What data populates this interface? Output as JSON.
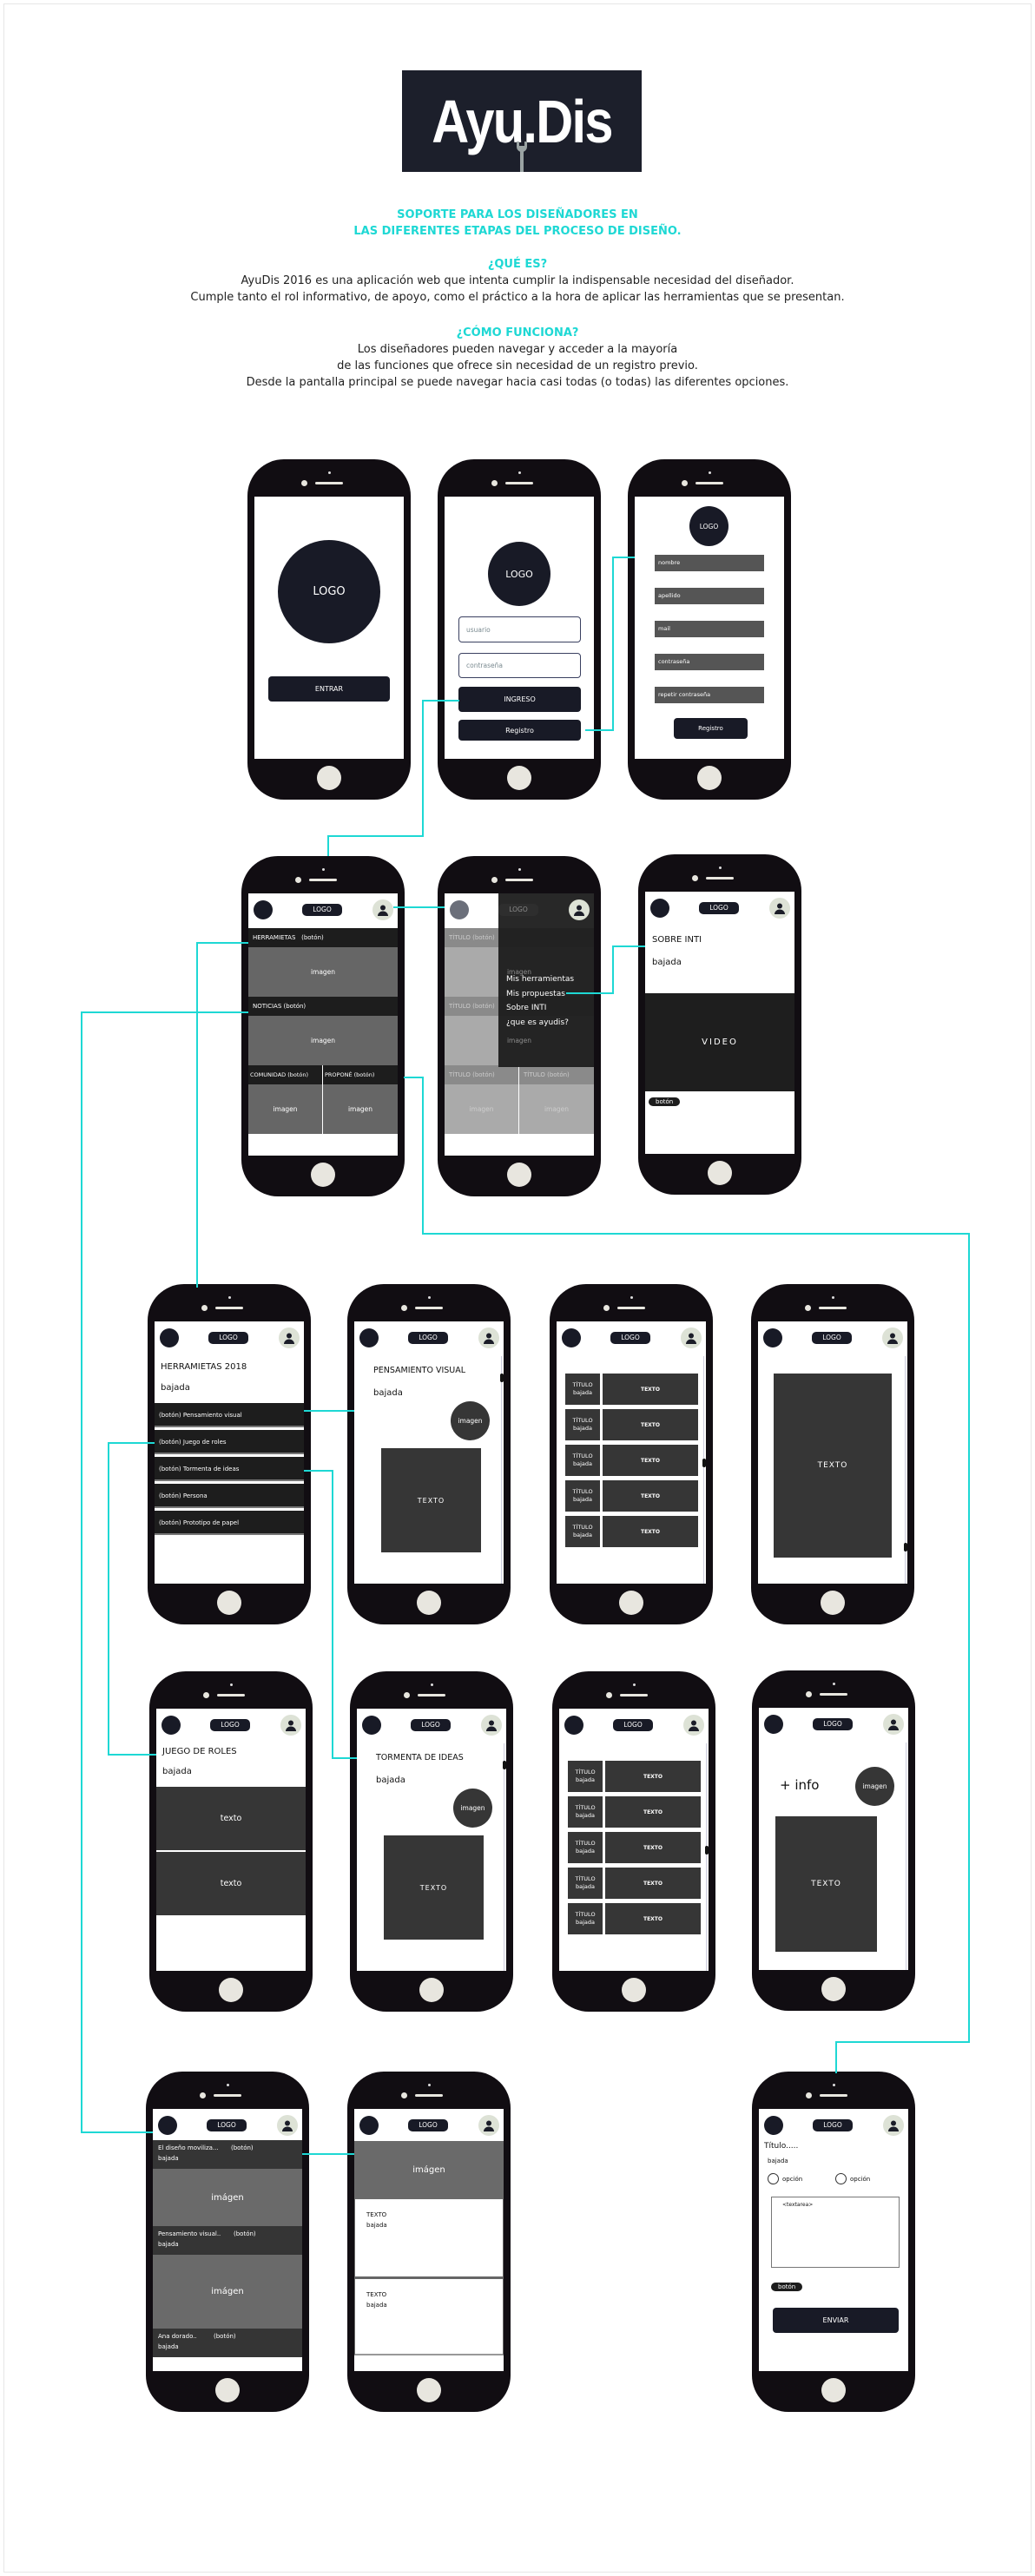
{
  "brand": {
    "logo_text": "Ayu.Dis"
  },
  "intro": {
    "tagline": [
      "SOPORTE PARA LOS DISEÑADORES EN",
      "LAS DIFERENTES ETAPAS DEL PROCESO DE DISEÑO."
    ],
    "what_heading": "¿QUÉ ES?",
    "what_body": [
      "AyuDis 2016 es una aplicación web que intenta cumplir la indispensable necesidad del diseñador.",
      "Cumple tanto el rol informativo, de apoyo, como el práctico a la hora de aplicar las herramientas que se presentan."
    ],
    "how_heading": "¿CÓMO FUNCIONA?",
    "how_body": [
      "Los diseñadores pueden navegar y acceder a la mayoría",
      "de las funciones que ofrece sin necesidad de un registro previo.",
      "Desde la pantalla principal se puede navegar hacia casi todas (o todas) las diferentes opciones."
    ]
  },
  "common": {
    "logo": "LOGO"
  },
  "splash": {
    "logo": "LOGO",
    "enter": "ENTRAR"
  },
  "login": {
    "logo": "LOGO",
    "user_placeholder": "usuario",
    "pass_placeholder": "contraseña",
    "login": "INGRESO",
    "register": "Registro"
  },
  "register": {
    "logo": "LOGO",
    "fields": [
      "nombre",
      "apellido",
      "mail",
      "contraseña",
      "repetir contraseña"
    ],
    "submit": "Registro"
  },
  "home": {
    "tools": "HERRAMIETAS   (botón)",
    "news": "NOTICIAS (botón)",
    "community": "COMUNIDAD (botón)",
    "propose": "PROPONÉ (botón)",
    "image": "imagen"
  },
  "menu": {
    "section_title": "TÍTULO (botón)",
    "image": "imagen",
    "items": [
      "Mis herramientas",
      "Mis propuestas",
      "Sobre INTI",
      "¿que es ayudis?"
    ]
  },
  "about": {
    "title": "SOBRE INTI",
    "subtitle": "bajada",
    "video": "VIDEO",
    "button": "botón"
  },
  "tools": {
    "title": "HERRAMIETAS 2018",
    "subtitle": "bajada",
    "buttons": [
      "(botón) Pensamiento visual",
      "(botón) Juego de roles",
      "(botón) Tormenta de ideas",
      "(botón) Persona",
      "(botón) Prototipo de papel"
    ]
  },
  "visual_thinking": {
    "title": "PENSAMIENTO VISUAL",
    "subtitle": "bajada",
    "image": "imagen",
    "text": "TEXTO"
  },
  "list_item": {
    "title": "TÍTULO",
    "subtitle": "bajada",
    "text": "TEXTO"
  },
  "detail": {
    "text": "TEXTO"
  },
  "role_play": {
    "title": "JUEGO DE ROLES",
    "subtitle": "bajada",
    "text1": "texto",
    "text2": "texto"
  },
  "brainstorm": {
    "title": "TORMENTA DE IDEAS",
    "subtitle": "bajada",
    "image": "imagen",
    "text": "TEXTO"
  },
  "more_info": {
    "title": "+ info",
    "image": "imagen",
    "text": "TEXTO"
  },
  "news": {
    "items": [
      {
        "title": "El diseño moviliza...",
        "button": "(botón)",
        "subtitle": "bajada"
      },
      {
        "title": "Pensamiento visual..",
        "button": "(botón)",
        "subtitle": "bajada"
      },
      {
        "title": "Ana dorado..",
        "button": "(botón)",
        "subtitle": "bajada"
      }
    ],
    "image": "imágen"
  },
  "article": {
    "image": "imágen",
    "blocks": [
      {
        "title": "TEXTO",
        "subtitle": "bajada"
      },
      {
        "title": "TEXTO",
        "subtitle": "bajada"
      }
    ]
  },
  "form": {
    "title": "Título.....",
    "subtitle": "bajada",
    "option1": "opción",
    "option2": "opción",
    "textarea": "<textarea>",
    "button": "botón",
    "submit": "ENVIAR"
  },
  "colors": {
    "accent": "#1ed8d4",
    "phone": "#110d12",
    "navy": "#181a26"
  }
}
